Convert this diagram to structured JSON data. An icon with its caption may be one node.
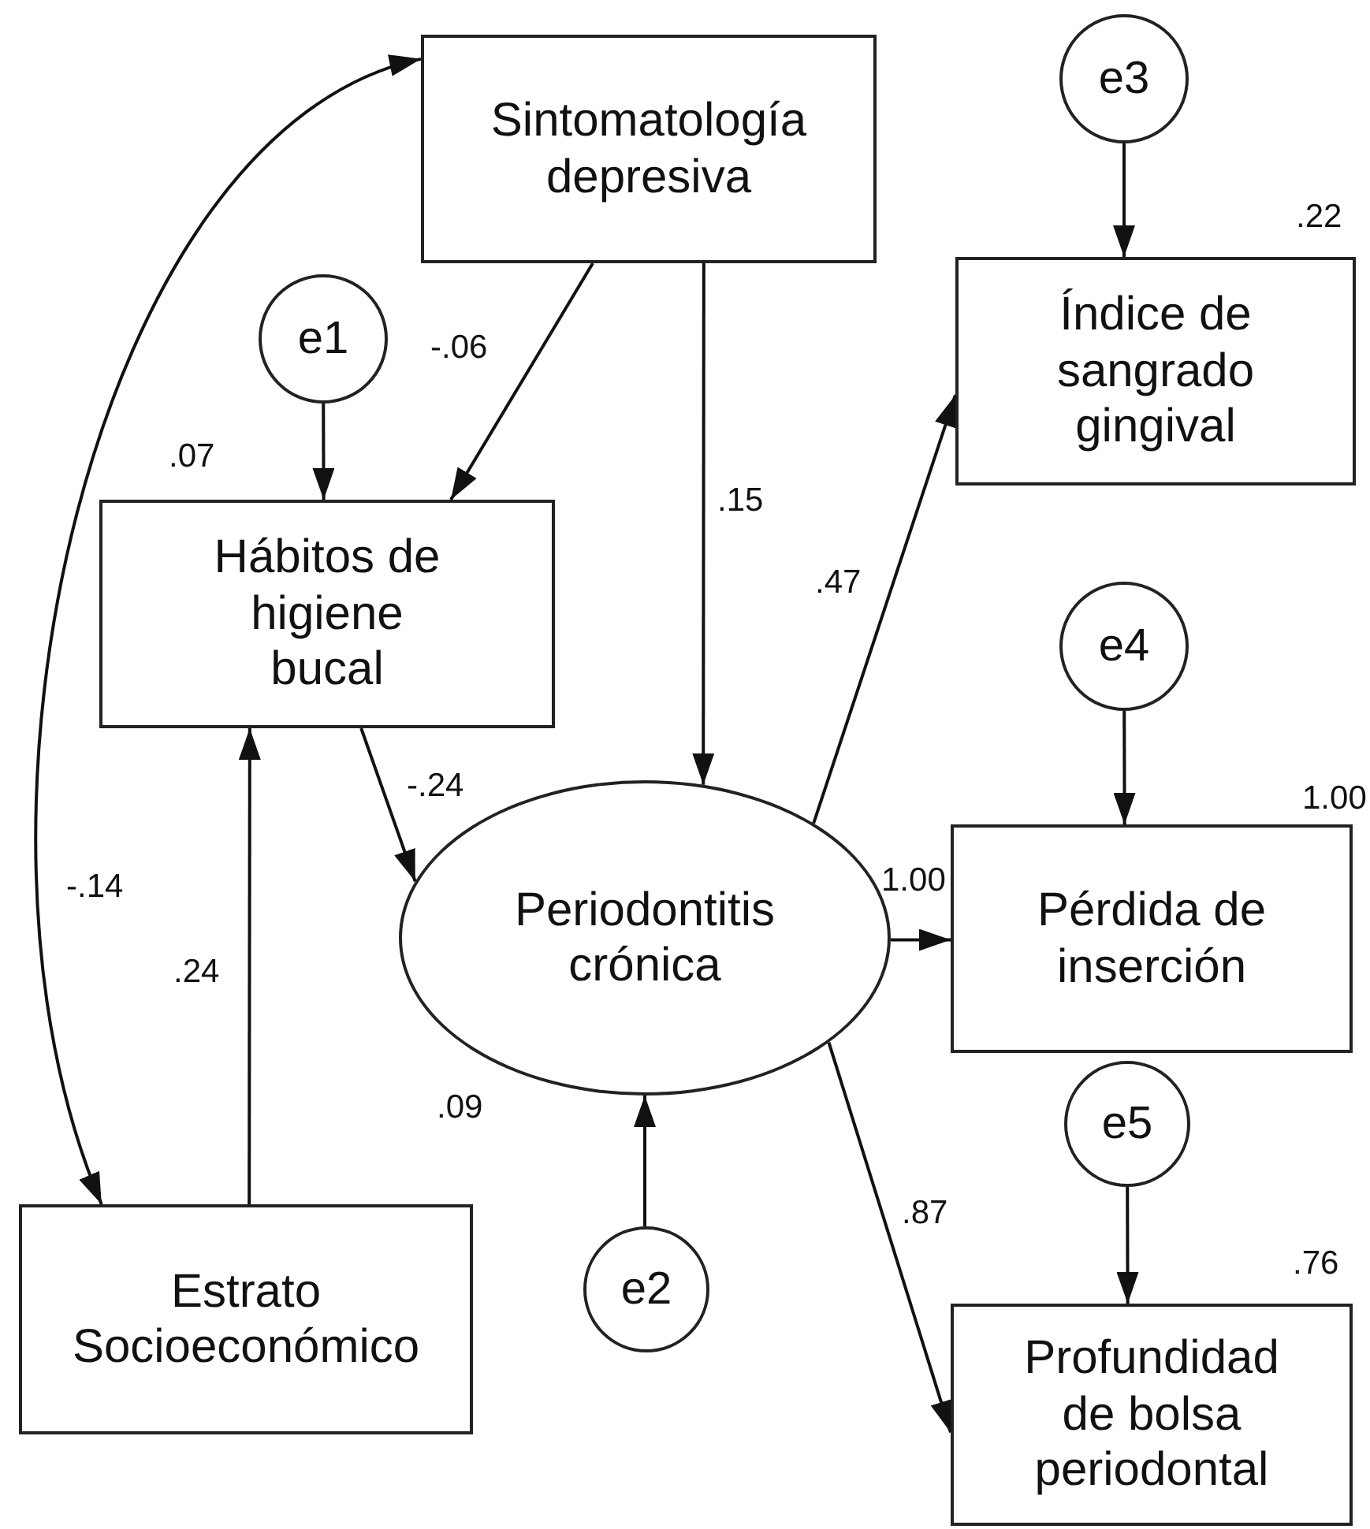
{
  "diagram": {
    "nodes": [
      {
        "text": [
          "Sintomatología depresiva"
        ]
      },
      {
        "text": [
          "e3"
        ]
      },
      {
        "text": [
          "e1"
        ]
      },
      {
        "text": [
          "Índice de sangrado gingival"
        ],
        "beside": [
          ".22"
        ]
      },
      {
        "text": [
          "Hábitos de higiene bucal"
        ],
        "beside": [
          ".07"
        ]
      },
      {
        "text": [
          "e4"
        ]
      },
      {
        "text": [
          "Periodontitis crónica"
        ],
        "beside": [
          ".09"
        ]
      },
      {
        "text": [
          "Pérdida de inserción"
        ],
        "beside": [
          "1.00"
        ]
      },
      {
        "text": [
          "e5"
        ]
      },
      {
        "text": [
          "e2"
        ]
      },
      {
        "text": [
          "Estrato Socioeconómico"
        ]
      },
      {
        "text": [
          "Profundidad de bolsa periodontal"
        ],
        "beside": [
          ".76"
        ]
      }
    ],
    "edges": [
      {
        "from": 0,
        "to": 4,
        "arrow": "to",
        "label": "-.06"
      },
      {
        "from": 0,
        "to": 6,
        "arrow": "to",
        "label": ".15"
      },
      {
        "from": 2,
        "to": 4,
        "arrow": "to"
      },
      {
        "from": 4,
        "to": 6,
        "arrow": "to",
        "label": "-.24"
      },
      {
        "from": 10,
        "to": 4,
        "arrow": "to",
        "label": ".24"
      },
      {
        "from": 0,
        "to": 10,
        "arrow": "both",
        "label": "-.14"
      },
      {
        "from": 9,
        "to": 6,
        "arrow": "to"
      },
      {
        "from": 6,
        "to": 3,
        "arrow": "to",
        "label": ".47"
      },
      {
        "from": 6,
        "to": 7,
        "arrow": "to",
        "label": "1.00"
      },
      {
        "from": 6,
        "to": 11,
        "arrow": "to",
        "label": ".87"
      },
      {
        "from": 1,
        "to": 3,
        "arrow": "to"
      },
      {
        "from": 5,
        "to": 7,
        "arrow": "to"
      },
      {
        "from": 8,
        "to": 11,
        "arrow": "to"
      }
    ]
  }
}
